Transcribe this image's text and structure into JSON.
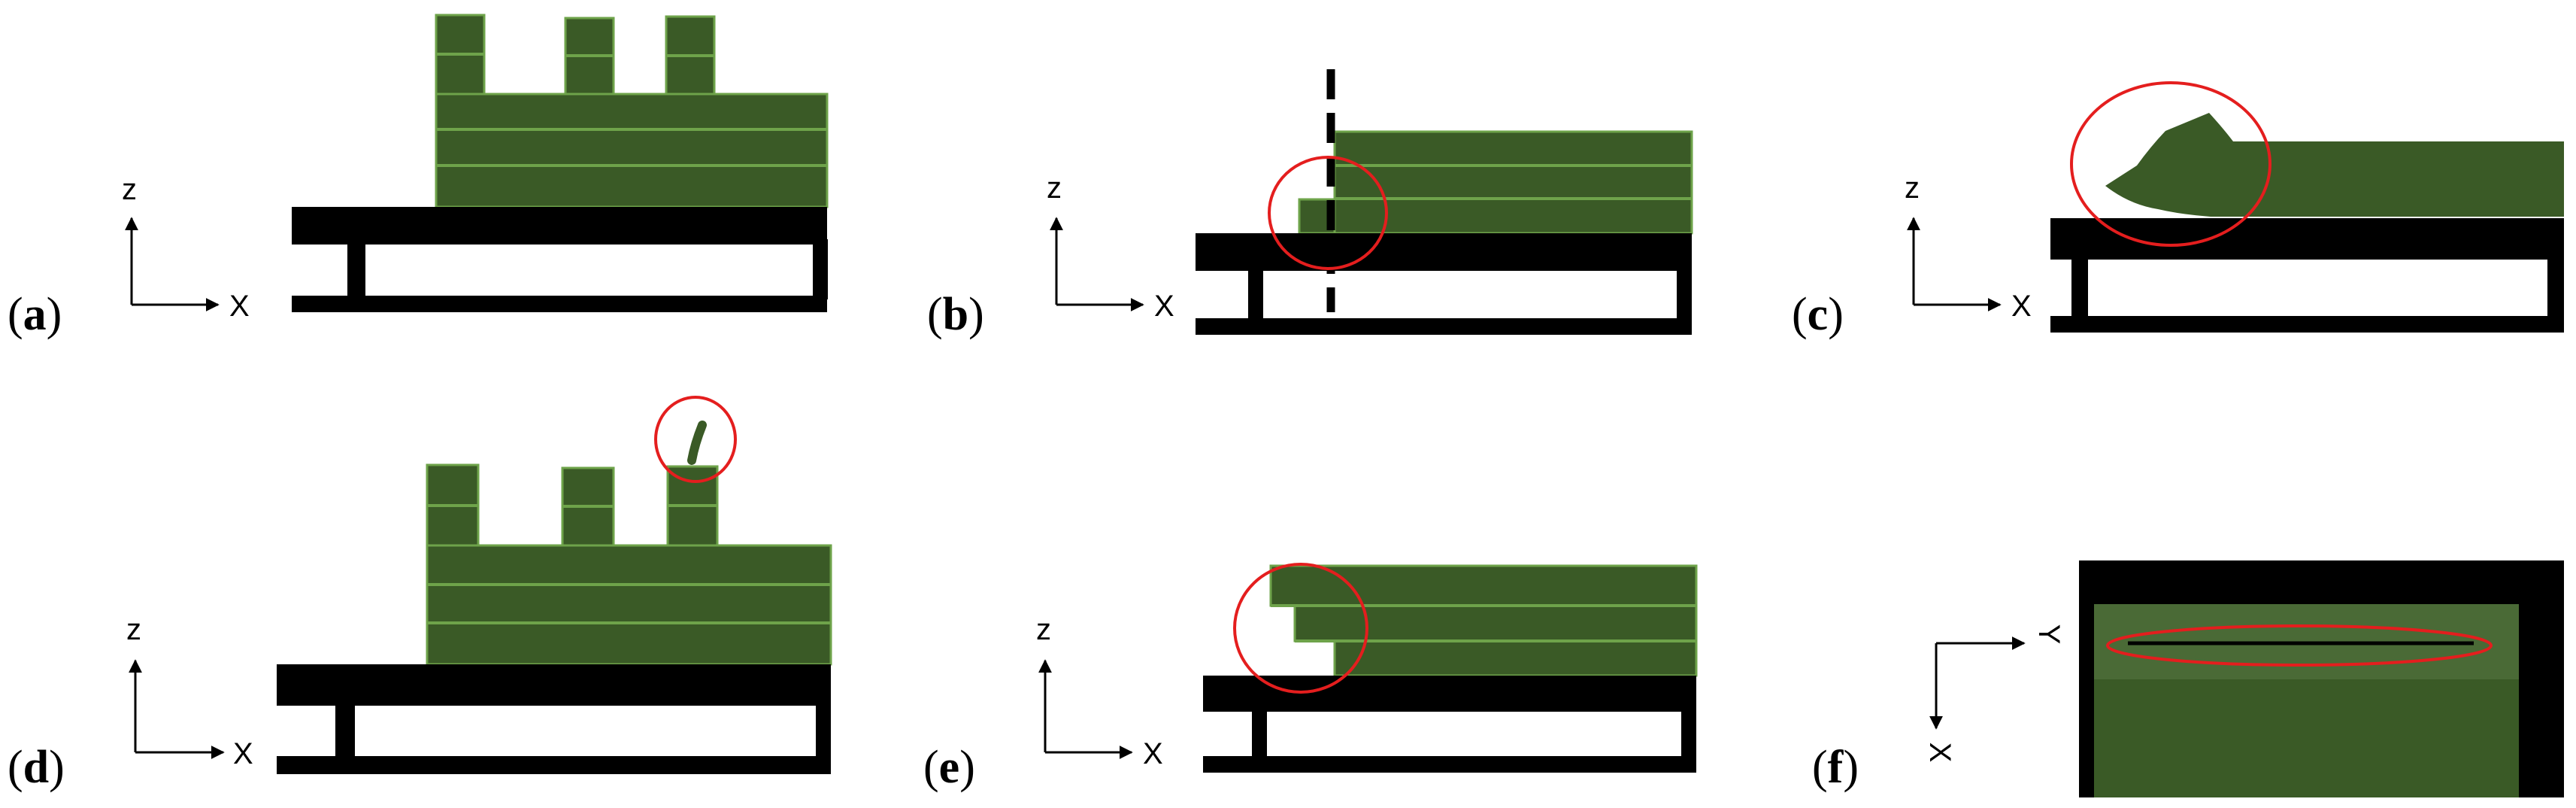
{
  "colors": {
    "layer_fill": "#3a5a26",
    "layer_line": "#6ea34a",
    "substrate": "#000000",
    "highlight_circle": "#e41e1e",
    "cut_line": "#000000"
  },
  "panels": [
    {
      "id": "a",
      "label_letter": "a",
      "axis_h": "X",
      "axis_v": "z"
    },
    {
      "id": "b",
      "label_letter": "b",
      "axis_h": "X",
      "axis_v": "z"
    },
    {
      "id": "c",
      "label_letter": "c",
      "axis_h": "X",
      "axis_v": "z"
    },
    {
      "id": "d",
      "label_letter": "d",
      "axis_h": "X",
      "axis_v": "z"
    },
    {
      "id": "e",
      "label_letter": "e",
      "axis_h": "X",
      "axis_v": "z"
    },
    {
      "id": "f",
      "label_letter": "f",
      "axis_h": "Y",
      "axis_v": "X"
    }
  ]
}
